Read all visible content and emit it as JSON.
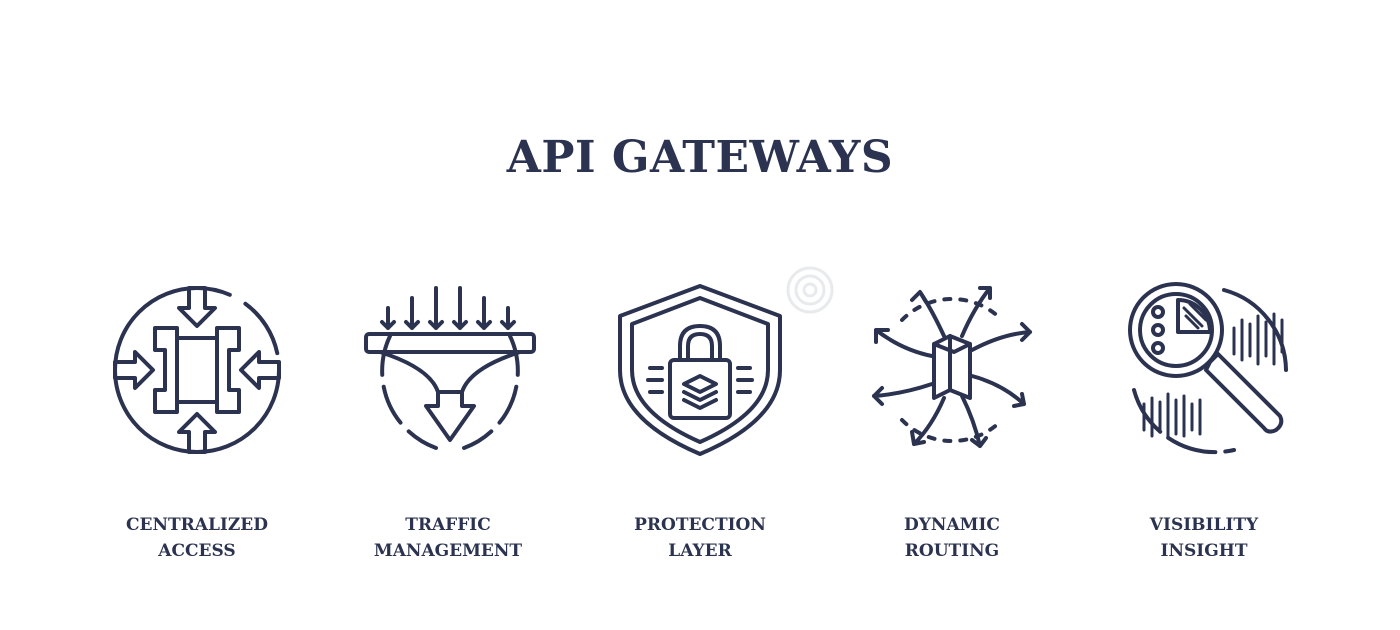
{
  "title": "API GATEWAYS",
  "accent_color": "#2b3350",
  "items": [
    {
      "icon": "compress-arrows-icon",
      "line1": "CENTRALIZED",
      "line2": "ACCESS"
    },
    {
      "icon": "funnel-filter-icon",
      "line1": "TRAFFIC",
      "line2": "MANAGEMENT"
    },
    {
      "icon": "shield-lock-icon",
      "line1": "PROTECTION",
      "line2": "LAYER"
    },
    {
      "icon": "radiating-arrows-icon",
      "line1": "DYNAMIC",
      "line2": "ROUTING"
    },
    {
      "icon": "magnifier-chart-icon",
      "line1": "VISIBILITY",
      "line2": "INSIGHT"
    }
  ]
}
